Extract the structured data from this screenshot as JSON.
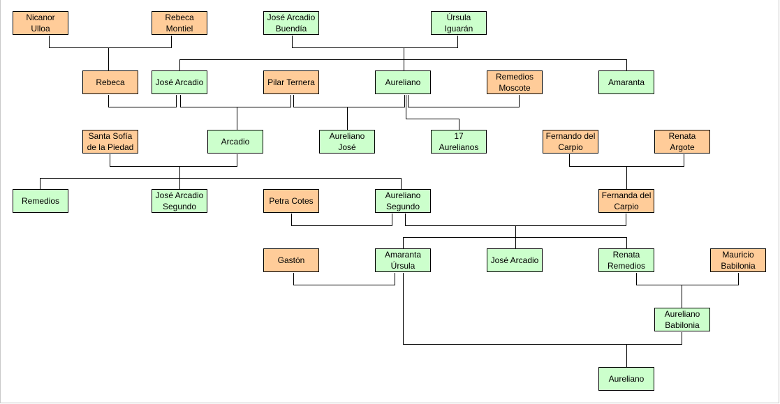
{
  "colors": {
    "family_member": "#ccffcc",
    "spouse": "#ffcc99",
    "line": "#000000"
  },
  "people": {
    "nicanor_ulloa": "Nicanor\nUlloa",
    "rebeca_montiel": "Rebeca\nMontiel",
    "jose_arcadio_buendia": "José Arcadio\nBuendía",
    "ursula_iguaran": "Úrsula\nIguarán",
    "rebeca": "Rebeca",
    "jose_arcadio": "José Arcadio",
    "pilar_ternera": "Pilar Ternera",
    "aureliano": "Aureliano",
    "remedios_moscote": "Remedios\nMoscote",
    "amaranta": "Amaranta",
    "santa_sofia": "Santa Sofía\nde la Piedad",
    "arcadio": "Arcadio",
    "aureliano_jose": "Aureliano\nJosé",
    "diecisiete_aurelianos": "17\nAurelianos",
    "fernando_del_carpio": "Fernando del\nCarpio",
    "renata_argote": "Renata\nArgote",
    "remedios": "Remedios",
    "jose_arcadio_segundo": "José Arcadio\nSegundo",
    "petra_cotes": "Petra Cotes",
    "aureliano_segundo": "Aureliano\nSegundo",
    "fernanda_del_carpio": "Fernanda del\nCarpio",
    "gaston": "Gastón",
    "amaranta_ursula": "Amaranta\nÚrsula",
    "jose_arcadio_2": "José Arcadio",
    "renata_remedios": "Renata\nRemedios",
    "mauricio_babilonia": "Mauricio\nBabilonia",
    "aureliano_babilonia": "Aureliano\nBabilonia",
    "aureliano_2": "Aureliano"
  }
}
